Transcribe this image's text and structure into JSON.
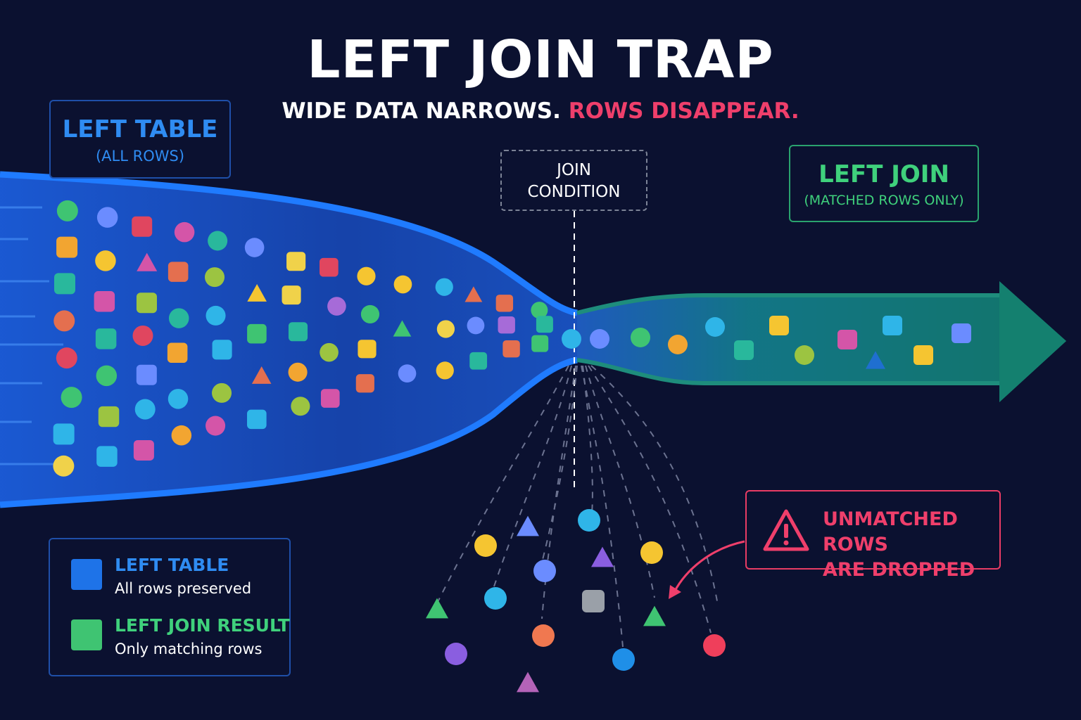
{
  "header": {
    "title": "LEFT JOIN TRAP",
    "subtitle_white": "WIDE DATA NARROWS.",
    "subtitle_red": "ROWS DISAPPEAR."
  },
  "left_table_box": {
    "title": "LEFT TABLE",
    "subtitle": "(ALL ROWS)"
  },
  "join_condition_box": {
    "line1": "JOIN",
    "line2": "CONDITION"
  },
  "left_join_box": {
    "title": "LEFT JOIN",
    "subtitle": "(MATCHED ROWS ONLY)"
  },
  "warning_box": {
    "icon": "warning-triangle-icon",
    "line1": "UNMATCHED ROWS",
    "line2": "ARE DROPPED"
  },
  "legend": {
    "items": [
      {
        "name": "LEFT TABLE",
        "desc": "All rows preserved",
        "color": "#1e73e8"
      },
      {
        "name": "LEFT JOIN RESULT",
        "desc": "Only matching rows",
        "color": "#3fc472"
      }
    ]
  },
  "colors": {
    "background": "#0b1130",
    "left_stream": "#1e73e8",
    "result_stream": "#1a8f84",
    "result_label": "#3fd17c",
    "warning": "#ef3f6b"
  }
}
